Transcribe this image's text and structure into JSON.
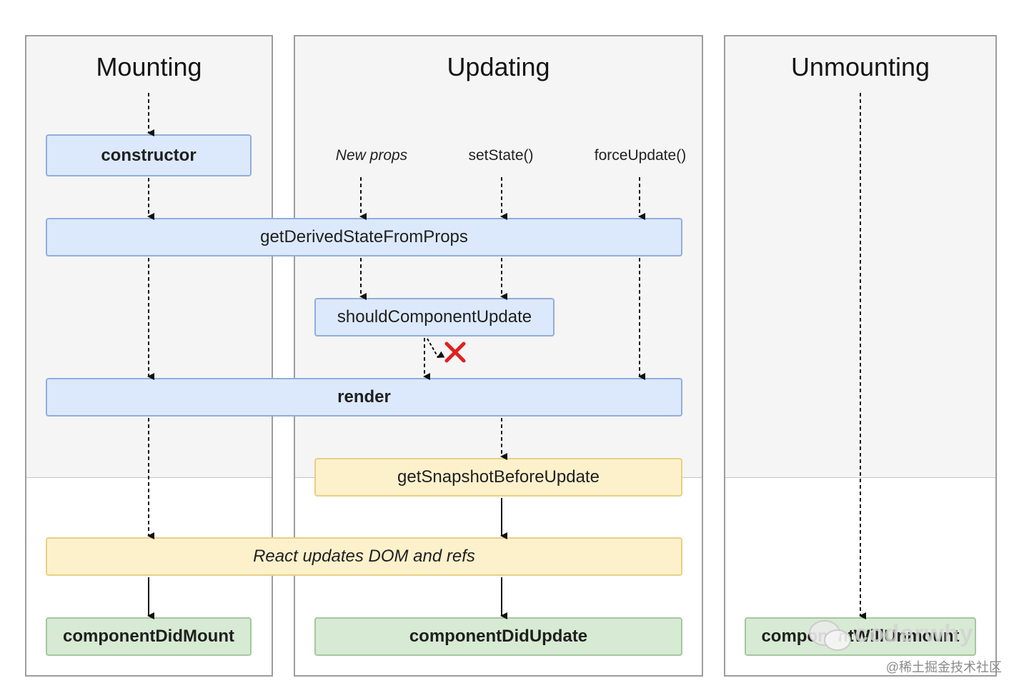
{
  "phases": {
    "mounting": "Mounting",
    "updating": "Updating",
    "unmounting": "Unmounting"
  },
  "triggers": {
    "new_props": "New props",
    "set_state": "setState()",
    "force_update": "forceUpdate()"
  },
  "methods": {
    "constructor": "constructor",
    "get_derived_state": "getDerivedStateFromProps",
    "should_component_update": "shouldComponentUpdate",
    "render": "render",
    "get_snapshot": "getSnapshotBeforeUpdate",
    "react_updates_dom": "React updates DOM and refs",
    "component_did_mount": "componentDidMount",
    "component_did_update": "componentDidUpdate",
    "component_will_unmount": "componentWillUnmount"
  },
  "watermark": {
    "text": "coderwhy",
    "credit": "@稀土掘金技术社区"
  },
  "colors": {
    "blue_fill": "#dce9fc",
    "yellow_fill": "#fdf1cc",
    "green_fill": "#d7ead3",
    "stop_mark": "#e02020"
  }
}
